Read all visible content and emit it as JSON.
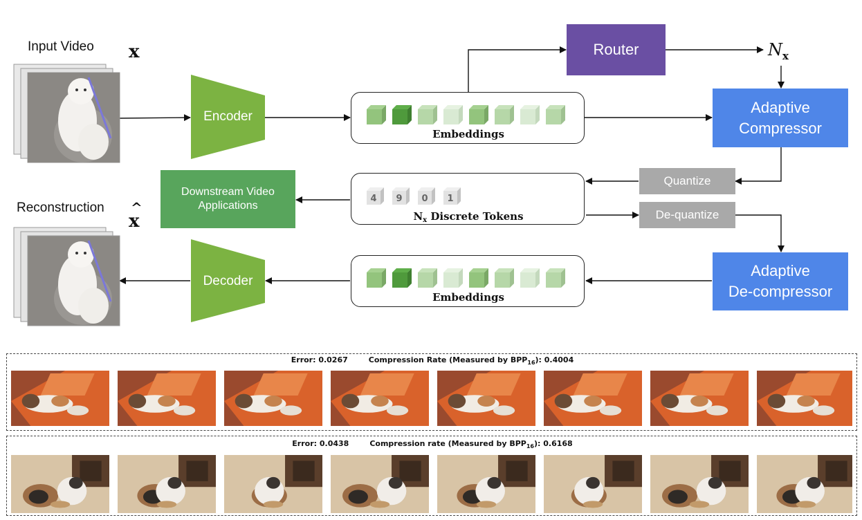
{
  "input_video_label": "Input Video",
  "input_symbol": "x",
  "reconstruction_label": "Reconstruction",
  "recon_symbol": "x",
  "recon_hat": "^",
  "encoder_label": "Encoder",
  "decoder_label": "Decoder",
  "router_label": "Router",
  "nx_label": "N",
  "nx_sub": "x",
  "adaptive_compressor_line1": "Adaptive",
  "adaptive_compressor_line2": "Compressor",
  "adaptive_decompressor_line1": "Adaptive",
  "adaptive_decompressor_line2": "De-compressor",
  "quantize_label": "Quantize",
  "dequantize_label": "De-quantize",
  "downstream_line1": "Downstream Video",
  "downstream_line2": "Applications",
  "embeddings_top_label": "Embeddings",
  "embeddings_bottom_label": "Embeddings",
  "tokens_label_n": "N",
  "tokens_label_sub": "x",
  "tokens_label_rest": " Discrete Tokens",
  "token_digits": [
    "4",
    "9",
    "0",
    "1"
  ],
  "cube_shades": [
    "medium",
    "dark",
    "light",
    "pale",
    "medium",
    "light",
    "pale",
    "light"
  ],
  "colors": {
    "router": "#6a4fa3",
    "adaptive": "#4f86e8",
    "quantize": "#a9a9a9",
    "downstream": "#58a55c",
    "encoder": "#7cb342"
  },
  "examples": [
    {
      "error_text": "Error: 0.0267",
      "rate_prefix": "Compression Rate (Measured by BPP",
      "rate_sub": "16",
      "rate_suffix": "): 0.4004"
    },
    {
      "error_text": "Error: 0.0438",
      "rate_prefix": "Compression rate (Measured by BPP",
      "rate_sub": "16",
      "rate_suffix": "): 0.6168"
    }
  ]
}
